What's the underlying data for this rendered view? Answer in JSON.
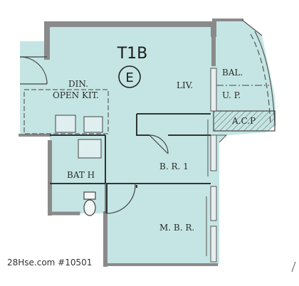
{
  "unit": {
    "name": "T1B",
    "marker": "E"
  },
  "rooms": {
    "din": "DIN.",
    "open_kit": "OPEN KIT.",
    "liv": "LIV.",
    "bal": "BAL.",
    "up": "U. P.",
    "acp": "A.C.P",
    "bath": "BAT H",
    "br1": "B. R. 1",
    "mbr": "M. B. R."
  },
  "watermark": "28Hse.com #10501",
  "colors": {
    "floor": "#c4e5e3",
    "wall": "#8a8a8a",
    "line": "#333333",
    "background": "#ffffff"
  }
}
